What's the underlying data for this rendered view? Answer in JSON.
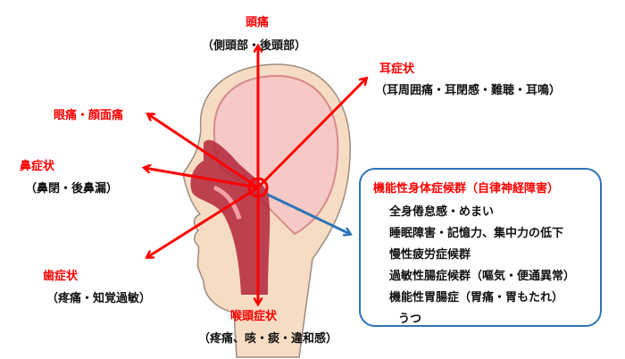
{
  "labels": {
    "headache": {
      "title": "頭痛",
      "detail": "（側頭部・後頭部）"
    },
    "ear": {
      "title": "耳症状",
      "detail": "（耳周囲痛・耳閉感・難聴・耳鳴）"
    },
    "eye": {
      "title": "眼痛・顔面痛"
    },
    "nose": {
      "title": "鼻症状",
      "detail": "（鼻閉・後鼻漏）"
    },
    "teeth": {
      "title": "歯症状",
      "detail": "（疼痛・知覚過敏）"
    },
    "throat": {
      "title": "喉頭症状",
      "detail": "（疼痛、咳・痰・違和感）"
    }
  },
  "functional_box": {
    "title": "機能性身体症候群（自律神経障害）",
    "items": [
      "全身倦怠感・めまい",
      "睡眠障害・記憶力、集中力の低下",
      "慢性疲労症候群",
      "過敏性腸症候群（嘔気・便通異常）",
      "機能性胃腸症（胃痛・胃もたれ）",
      "うつ"
    ]
  },
  "colors": {
    "arrow_red": "#ff0000",
    "arrow_blue": "#2e75b6",
    "box_border": "#2e75b6"
  }
}
